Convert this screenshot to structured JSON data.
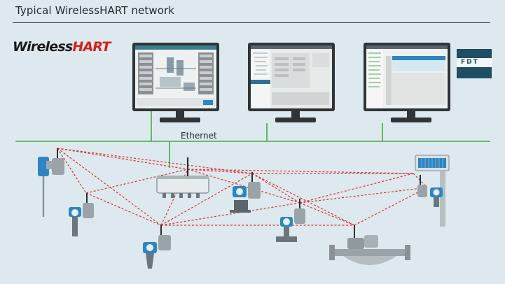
{
  "header": {
    "title": "Typical WirelessHART network"
  },
  "logo": {
    "part1": "Wireless",
    "part2": "HART"
  },
  "fdt_logo": {
    "text": "FDT"
  },
  "network": {
    "ethernet_label": "Ethernet"
  },
  "colors": {
    "ethernet": "#3fae3f",
    "wireless_mesh": "#d93030",
    "hart_red": "#d42020",
    "background": "#dde9ee"
  }
}
